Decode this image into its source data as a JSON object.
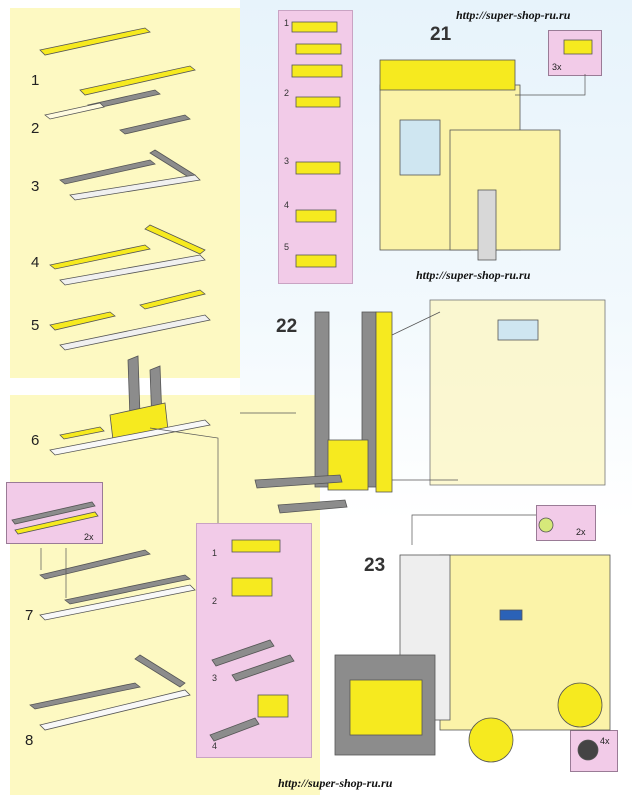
{
  "urls": {
    "top": "http://super-shop-ru.ru",
    "middle": "http://super-shop-ru.ru",
    "bottom": "http://super-shop-ru.ru"
  },
  "left_steps": [
    "1",
    "2",
    "3",
    "4",
    "5",
    "6",
    "7",
    "8"
  ],
  "main_steps": [
    "21",
    "22",
    "23"
  ],
  "sub21_steps": [
    "1",
    "2",
    "3",
    "4",
    "5"
  ],
  "sub_fork_steps": [
    "1",
    "2",
    "3",
    "4"
  ],
  "quantities": {
    "step7_callout": "2x",
    "step21_callout": "3x",
    "step23_wheel_callout": "2x",
    "step23_tire_callout": "4x"
  },
  "colors": {
    "yellow": "#f6ea1f",
    "gray": "#8c8c8c",
    "pink": "#f2cbe8",
    "panel": "#fdf9c2"
  }
}
